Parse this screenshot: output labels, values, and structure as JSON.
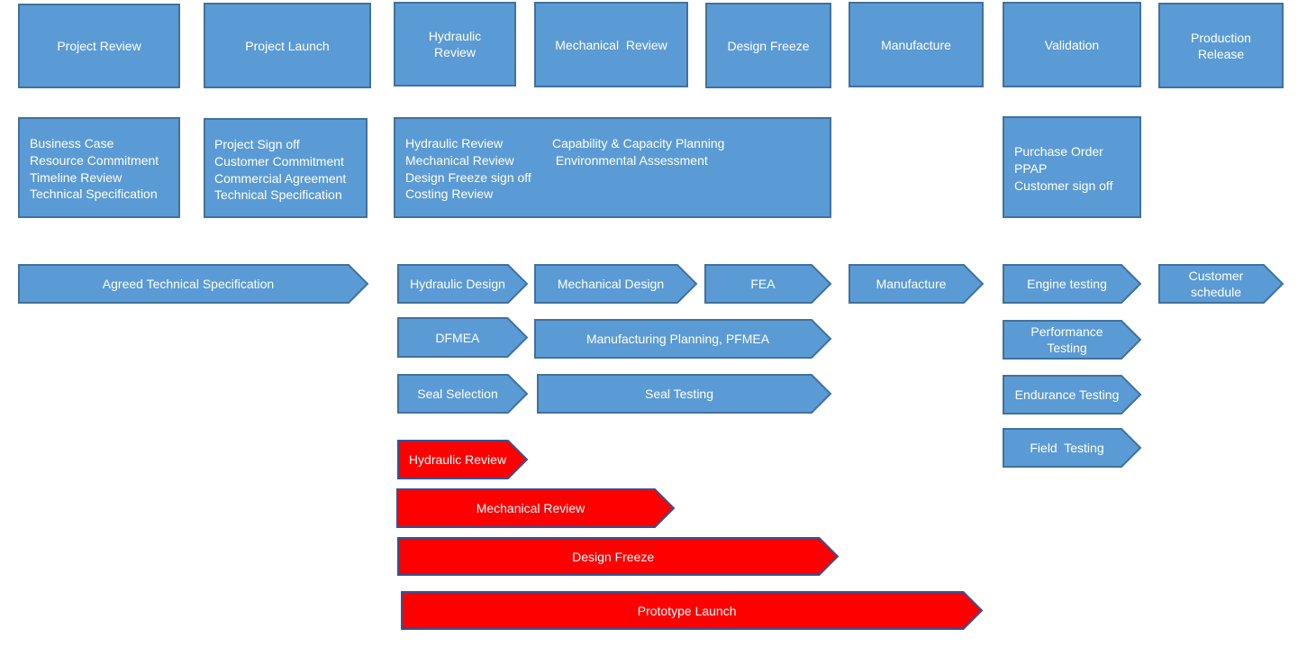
{
  "colors": {
    "blue_fill": "#5b9bd5",
    "blue_border": "#41719c",
    "red_fill": "#ff0000",
    "red_border": "#2f5597",
    "text": "#ffffff"
  },
  "phases": [
    {
      "label": "Project Review"
    },
    {
      "label": "Project Launch"
    },
    {
      "label": "Hydraulic Review"
    },
    {
      "label": "Mechanical  Review"
    },
    {
      "label": "Design Freeze"
    },
    {
      "label": "Manufacture"
    },
    {
      "label": "Validation"
    },
    {
      "label": "Production Release"
    }
  ],
  "deliverables": {
    "project_review": [
      "Business Case",
      "Resource Commitment",
      "Timeline Review",
      "Technical Specification"
    ],
    "project_launch": [
      "Project Sign off",
      "Customer Commitment",
      "Commercial Agreement",
      "Technical Specification"
    ],
    "design_col1": [
      "Hydraulic Review",
      "Mechanical Review",
      "Design Freeze sign off",
      "Costing Review"
    ],
    "design_col2": [
      "Capability & Capacity Planning",
      " Environmental Assessment"
    ],
    "validation": [
      "Purchase Order",
      "PPAP",
      "Customer sign off"
    ]
  },
  "tasks": {
    "agreed_spec": "Agreed Technical Specification",
    "hydraulic_design": "Hydraulic Design",
    "mechanical_design": "Mechanical Design",
    "fea": "FEA",
    "manufacture": "Manufacture",
    "engine_testing": "Engine testing",
    "customer_schedule": "Customer schedule",
    "dfmea": "DFMEA",
    "manufacturing_planning": "Manufacturing Planning, PFMEA",
    "performance_testing": "Performance Testing",
    "seal_selection": "Seal Selection",
    "seal_testing": "Seal Testing",
    "endurance_testing": "Endurance Testing",
    "field_testing": "Field  Testing"
  },
  "milestones": {
    "hydraulic_review": "Hydraulic Review",
    "mechanical_review": "Mechanical Review",
    "design_freeze": "Design Freeze",
    "prototype_launch": "Prototype Launch"
  }
}
